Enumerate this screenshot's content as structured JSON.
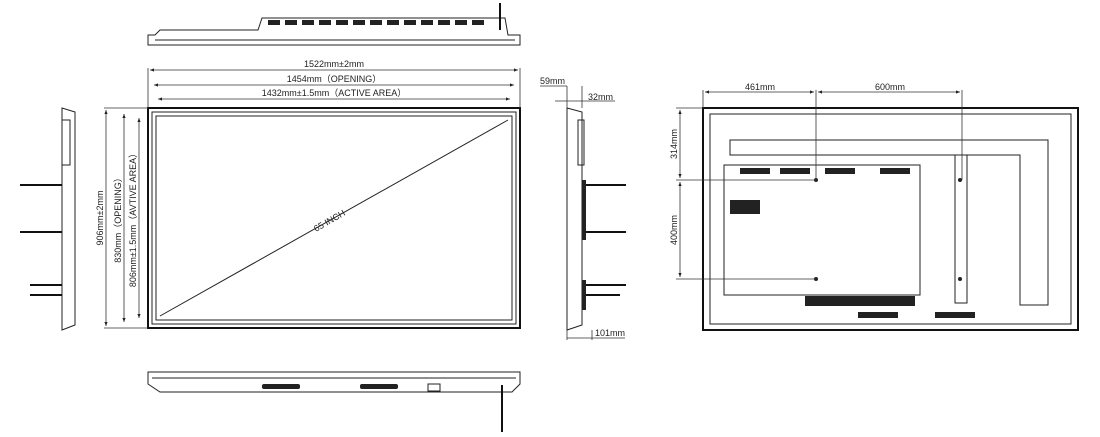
{
  "front": {
    "width_total": "1522mm±2mm",
    "width_opening": "1454mm（OPENING）",
    "width_active": "1432mm±1.5mm（ACTIVE AREA）",
    "height_total": "906mm±2mm",
    "height_opening": "830mm（OPENING）",
    "height_active": "806mm±1.5mm（AVTIVE AREA）",
    "diagonal": "65 INCH"
  },
  "side": {
    "depth_top": "59mm",
    "depth_mid": "32mm",
    "depth_bottom": "101mm"
  },
  "back": {
    "h_offset": "461mm",
    "vesa_w": "600mm",
    "v_offset": "314mm",
    "vesa_h": "400mm"
  }
}
